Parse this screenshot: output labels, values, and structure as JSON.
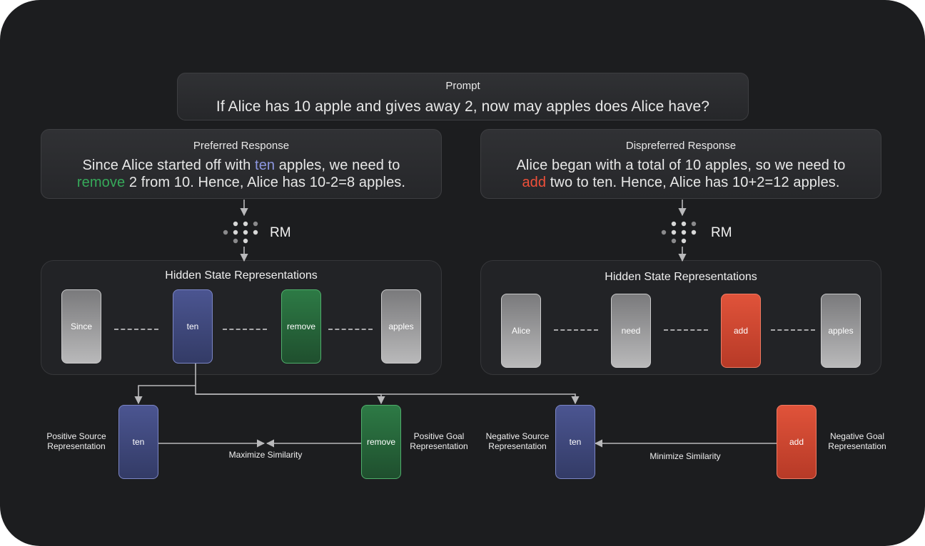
{
  "prompt": {
    "label": "Prompt",
    "text": "If Alice has 10 apple and gives away 2, now may apples does Alice have?"
  },
  "preferred": {
    "label": "Preferred Response",
    "line1_a": "Since Alice started off with ",
    "line1_hl": "ten",
    "line1_b": " apples, we need to",
    "line2_hl": "remove",
    "line2_b": " 2 from 10. Hence, Alice has 10-2=8 apples."
  },
  "dispreferred": {
    "label": "Dispreferred Response",
    "line1": "Alice began with a total of 10 apples, so we need to",
    "line2_hl": "add",
    "line2_b": " two to ten. Hence, Alice has 10+2=12 apples."
  },
  "rm_label": "RM",
  "hidden_title": "Hidden State Representations",
  "left_tokens": [
    "Since",
    "ten",
    "remove",
    "apples"
  ],
  "right_tokens": [
    "Alice",
    "need",
    "add",
    "apples"
  ],
  "bottom": {
    "pos_source_label": "Positive Source Representation",
    "pos_source_token": "ten",
    "pos_goal_token": "remove",
    "pos_goal_label": "Positive Goal Representation",
    "maximize": "Maximize Similarity",
    "neg_source_label": "Negative Source Representation",
    "neg_source_token": "ten",
    "neg_goal_token": "add",
    "neg_goal_label": "Negative Goal Representation",
    "minimize": "Minimize Similarity"
  },
  "colors": {
    "background": "#1c1d1f",
    "blue": "#4b5591",
    "green": "#2d7a45",
    "red": "#e0533a",
    "gray": "#9a9a9b"
  }
}
